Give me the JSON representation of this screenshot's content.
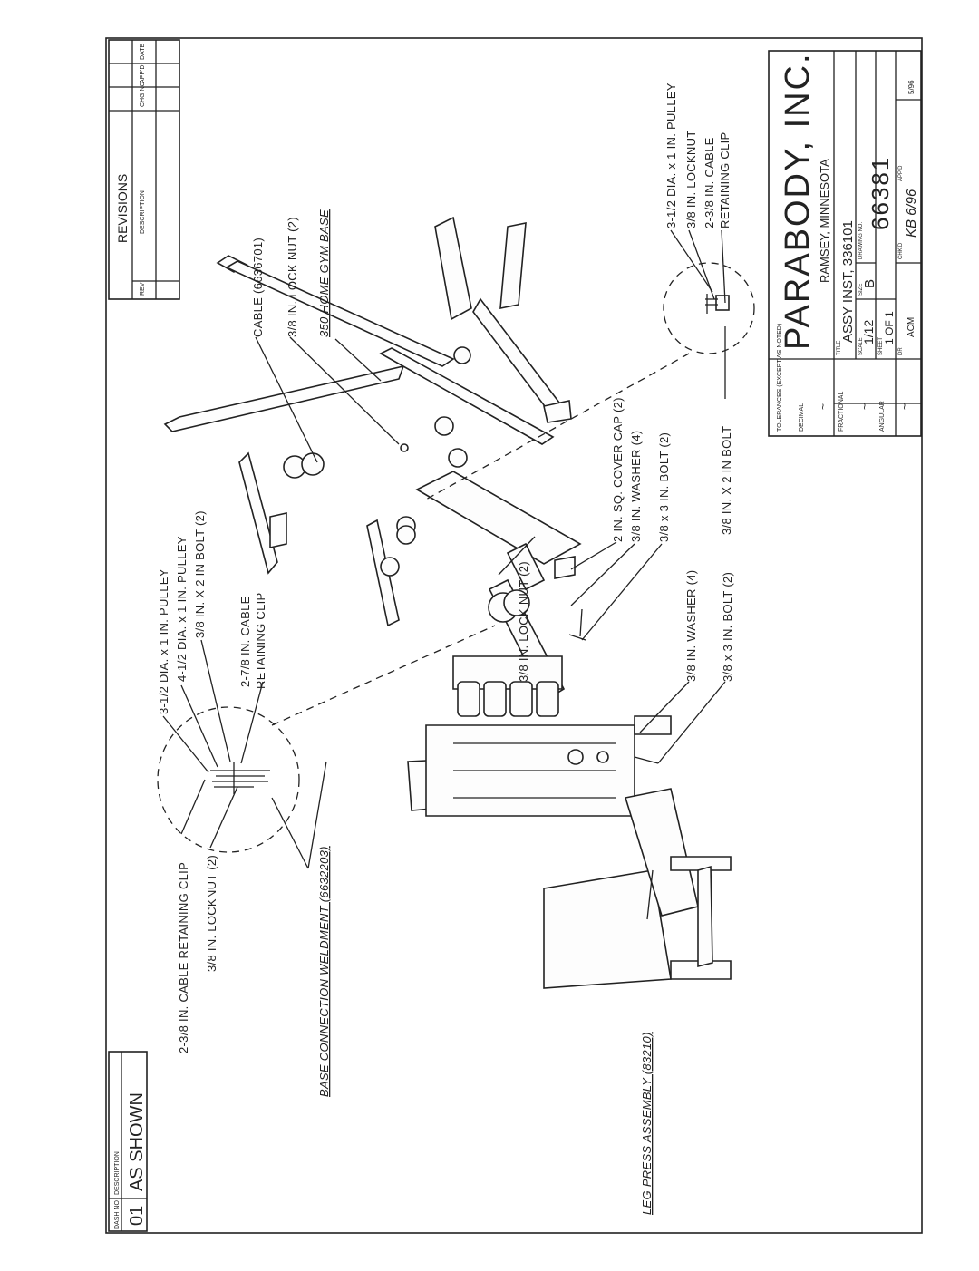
{
  "dash_block": {
    "header_dash_no": "DASH NO",
    "header_description": "DESCRIPTION",
    "dash_no": "01",
    "description": "AS SHOWN"
  },
  "revisions": {
    "title": "REVISIONS",
    "columns": [
      "REV",
      "DESCRIPTION",
      "CHG NO",
      "APP'D",
      "DATE"
    ]
  },
  "callouts": {
    "base_clip": "2-3/8 IN. CABLE RETAINING CLIP",
    "base_locknut": "3/8 IN. LOCKNUT (2)",
    "base_pulley_3": "3-1/2 DIA. x 1 IN. PULLEY",
    "base_pulley_4": "4-1/2 DIA. x 1 IN. PULLEY",
    "base_bolt": "3/8 IN. X 2 IN BOLT (2)",
    "base_clip_278_a": "2-7/8 IN. CABLE",
    "base_clip_278_b": "RETAINING CLIP",
    "base_weldment": "BASE CONNECTION WELDMENT (6632203)",
    "leg_press": "LEG PRESS ASSEMBLY (83210)",
    "cable": "CABLE (6636701)",
    "lock_nut_top": "3/8 IN. LOCK NUT (2)",
    "gym_base": "350 HOME GYM BASE",
    "lock_nut_mid": "3/8 IN. LOCK NUT (2)",
    "cover_cap": "2 IN. SQ. COVER CAP (2)",
    "washer_mid": "3/8 IN. WASHER (4)",
    "bolt_mid": "3/8 x 3 IN. BOLT (2)",
    "washer_low": "3/8 IN. WASHER (4)",
    "bolt_low": "3/8 x 3 IN. BOLT (2)",
    "right_pulley": "3-1/2 DIA. x 1 IN. PULLEY",
    "right_locknut": "3/8 IN. LOCKNUT",
    "right_clip_a": "2-3/8 IN. CABLE",
    "right_clip_b": "RETAINING CLIP",
    "right_bolt": "3/8 IN. X 2 IN BOLT"
  },
  "title_block": {
    "company": "PARABODY, INC.",
    "location": "RAMSEY, MINNESOTA",
    "tolerances": "TOLERANCES (EXCEPT AS NOTED)",
    "decimal": "DECIMAL",
    "fractional": "FRACTIONAL",
    "angular": "ANGULAR",
    "tol_value": "~",
    "title_label": "TITLE",
    "title": "ASSY INST, 336101",
    "scale_label": "SCALE",
    "scale": "1/12",
    "size_label": "SIZE",
    "size": "B",
    "drawing_no_label": "DRAWING NO.",
    "drawing_no": "66381",
    "sheet_label": "SHEET",
    "sheet": "1 OF 1",
    "dr_label": "DR",
    "drawn_by": "ACM",
    "chkd_label": "CHK'D",
    "chkd": "KB 6/96",
    "appd_label": "APP'D",
    "date": "5/96"
  }
}
